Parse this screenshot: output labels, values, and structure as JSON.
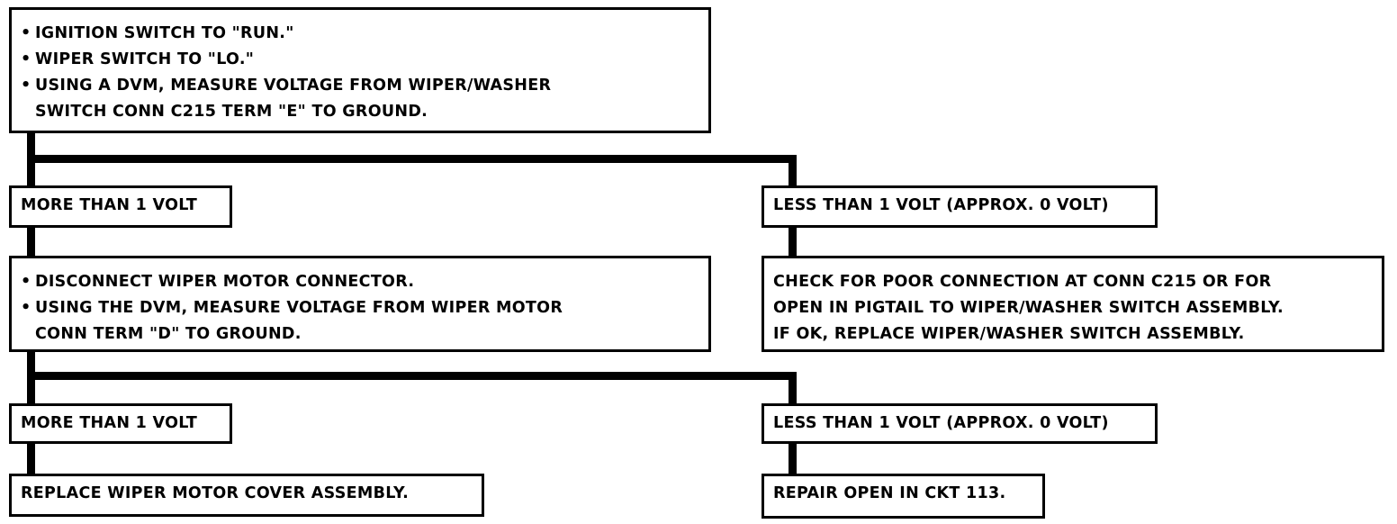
{
  "step1": {
    "bullet": "•",
    "items": [
      "IGNITION SWITCH TO \"RUN.\"",
      "WIPER SWITCH TO \"LO.\"",
      "USING A DVM, MEASURE VOLTAGE FROM WIPER/WASHER"
    ],
    "continuation": "SWITCH CONN C215 TERM \"E\" TO GROUND."
  },
  "branch1": {
    "left_label": "MORE THAN 1 VOLT",
    "right_label": "LESS THAN 1 VOLT (APPROX. 0 VOLT)"
  },
  "step2_left": {
    "bullet": "•",
    "items": [
      "DISCONNECT WIPER MOTOR CONNECTOR.",
      "USING THE DVM, MEASURE VOLTAGE FROM WIPER MOTOR"
    ],
    "continuation": "CONN TERM \"D\" TO GROUND."
  },
  "step2_right": {
    "lines": [
      "CHECK FOR POOR CONNECTION AT CONN C215 OR FOR",
      "OPEN IN PIGTAIL TO WIPER/WASHER SWITCH ASSEMBLY.",
      "IF OK, REPLACE WIPER/WASHER SWITCH ASSEMBLY."
    ]
  },
  "branch2": {
    "left_label": "MORE THAN 1 VOLT",
    "right_label": "LESS THAN 1 VOLT (APPROX. 0 VOLT)"
  },
  "result": {
    "left_action": "REPLACE WIPER MOTOR COVER ASSEMBLY.",
    "right_action": "REPAIR OPEN IN CKT 113."
  }
}
